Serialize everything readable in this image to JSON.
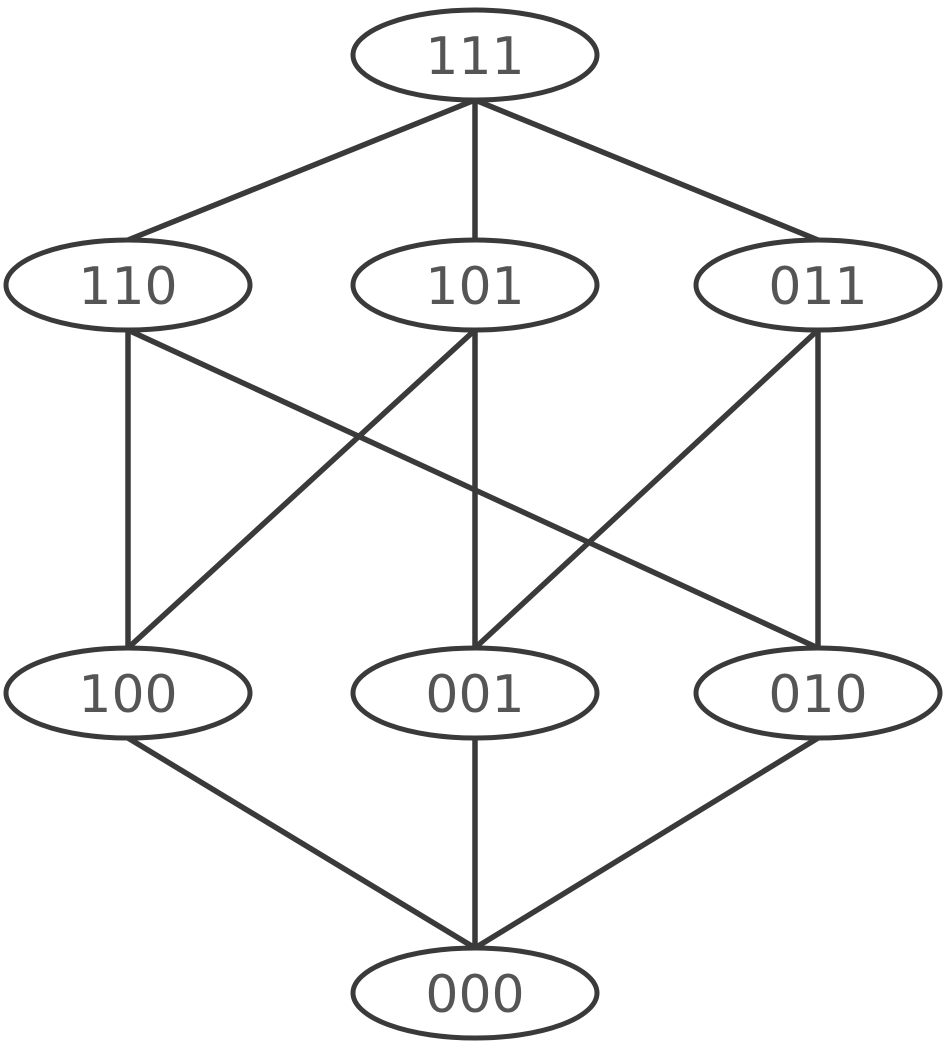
{
  "diagram": {
    "stroke_color": "#3a3a3a",
    "label_color": "#555555",
    "nodes": [
      {
        "id": "111",
        "label": "111"
      },
      {
        "id": "110",
        "label": "110"
      },
      {
        "id": "101",
        "label": "101"
      },
      {
        "id": "011",
        "label": "011"
      },
      {
        "id": "100",
        "label": "100"
      },
      {
        "id": "001",
        "label": "001"
      },
      {
        "id": "010",
        "label": "010"
      },
      {
        "id": "000",
        "label": "000"
      }
    ],
    "edges": [
      [
        "111",
        "110"
      ],
      [
        "111",
        "101"
      ],
      [
        "111",
        "011"
      ],
      [
        "110",
        "100"
      ],
      [
        "110",
        "010"
      ],
      [
        "101",
        "100"
      ],
      [
        "101",
        "001"
      ],
      [
        "011",
        "001"
      ],
      [
        "011",
        "010"
      ],
      [
        "100",
        "000"
      ],
      [
        "001",
        "000"
      ],
      [
        "010",
        "000"
      ]
    ]
  }
}
